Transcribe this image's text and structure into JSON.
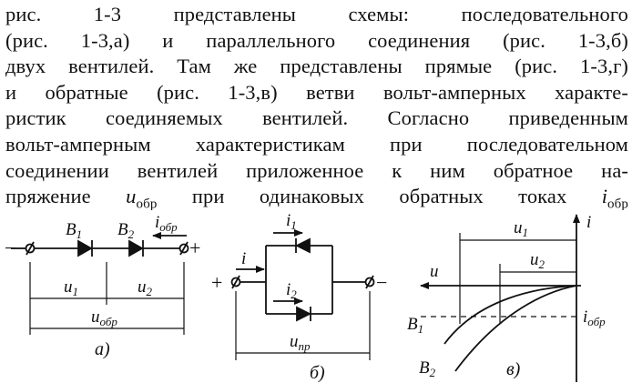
{
  "text": {
    "lines": [
      "рис. 1-3 представлены схемы: последовательного",
      "(рис. 1-3,а) и параллельного соединения (рис. 1-3,б)",
      "двух вентилей. Там же представлены прямые (рис. 1-3,г)",
      "и обратные (рис. 1-3,в) ветви вольт-амперных характе-",
      "ристик соединяемых вентилей. Согласно приведенным",
      "вольт-амперным характеристикам при последовательном",
      "соединении вентилей приложенное к ним обратное на-"
    ],
    "last_line": {
      "before": "пряжение ",
      "u_symbol": "u",
      "u_sub": "обр",
      "middle": " при одинаковых обратных токах ",
      "i_symbol": "i",
      "i_sub": "обр"
    }
  },
  "figures": {
    "a": {
      "caption": "а)",
      "labels": {
        "B1": "B",
        "B1_sub": "1",
        "B2": "B",
        "B2_sub": "2",
        "i_obr": "i",
        "i_obr_sub": "обр",
        "minus": "−",
        "plus": "+",
        "u1": "u",
        "u1_sub": "1",
        "u2": "u",
        "u2_sub": "2",
        "u_obr": "u",
        "u_obr_sub": "обр"
      }
    },
    "b": {
      "caption": "б)",
      "labels": {
        "i1": "i",
        "i1_sub": "1",
        "i2": "i",
        "i2_sub": "2",
        "i": "i",
        "plus": "+",
        "minus": "−",
        "u_pr": "u",
        "u_pr_sub": "пр"
      }
    },
    "c": {
      "caption": "в)",
      "labels": {
        "i_axis": "i",
        "u_axis": "u",
        "u1": "u",
        "u1_sub": "1",
        "u2": "u",
        "u2_sub": "2",
        "i_obr": "i",
        "i_obr_sub": "обр",
        "B1": "B",
        "B1_sub": "1",
        "B2": "B",
        "B2_sub": "2"
      }
    }
  }
}
